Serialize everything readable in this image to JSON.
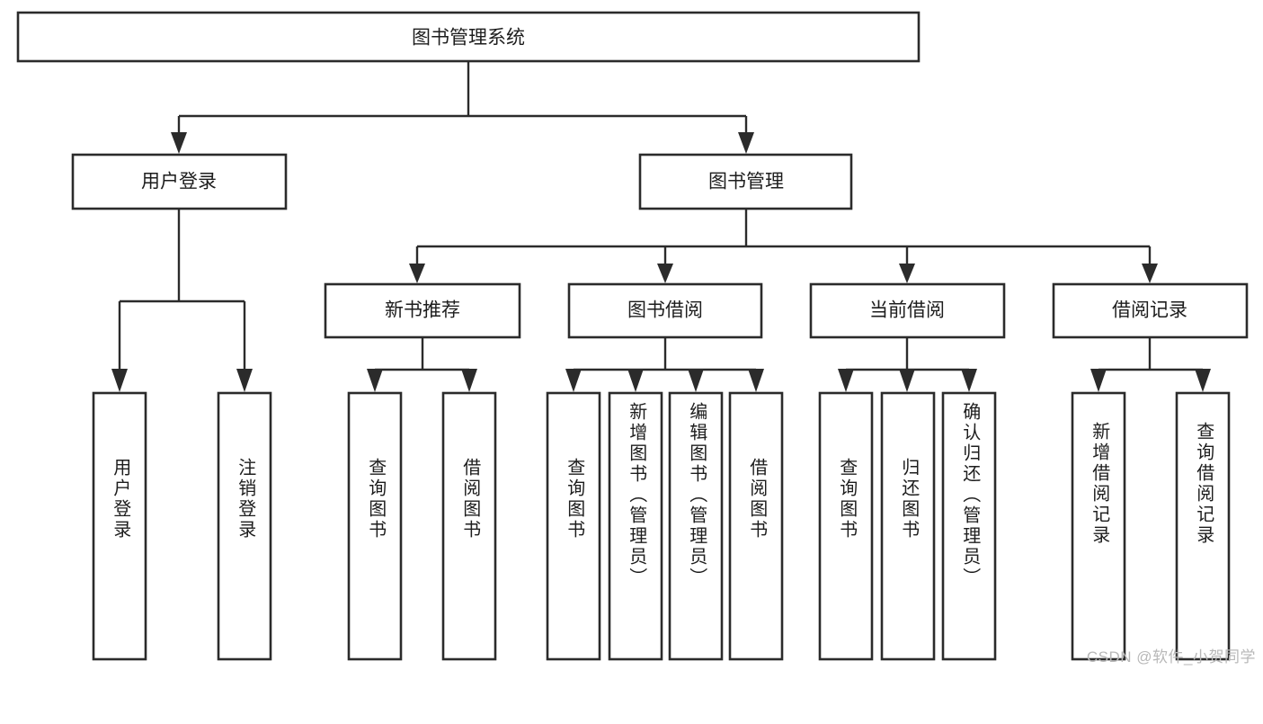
{
  "diagram": {
    "title": "图书管理系统",
    "type": "tree-hierarchy-chart",
    "watermark": "CSDN @软件_小贺同学",
    "colors": {
      "box_stroke": "#2b2b2b",
      "box_fill": "#ffffff",
      "connector": "#2b2b2b",
      "text": "#1d1d1d",
      "watermark": "#b8b8b8",
      "background": "#ffffff"
    },
    "root": {
      "label": "图书管理系统"
    },
    "level2": [
      {
        "label": "用户登录"
      },
      {
        "label": "图书管理"
      }
    ],
    "level3": [
      {
        "label": "新书推荐"
      },
      {
        "label": "图书借阅"
      },
      {
        "label": "当前借阅"
      },
      {
        "label": "借阅记录"
      }
    ],
    "leaves": {
      "user_login": [
        {
          "label": "用户登录"
        },
        {
          "label": "注销登录"
        }
      ],
      "new_book_recommend": [
        {
          "label": "查询图书"
        },
        {
          "label": "借阅图书"
        }
      ],
      "book_borrow": [
        {
          "label": "查询图书"
        },
        {
          "label": "新增图书（管理员）"
        },
        {
          "label": "编辑图书（管理员）"
        },
        {
          "label": "借阅图书"
        }
      ],
      "current_borrow": [
        {
          "label": "查询图书"
        },
        {
          "label": "归还图书"
        },
        {
          "label": "确认归还（管理员）"
        }
      ],
      "borrow_record": [
        {
          "label": "新增借阅记录"
        },
        {
          "label": "查询借阅记录"
        }
      ]
    }
  }
}
